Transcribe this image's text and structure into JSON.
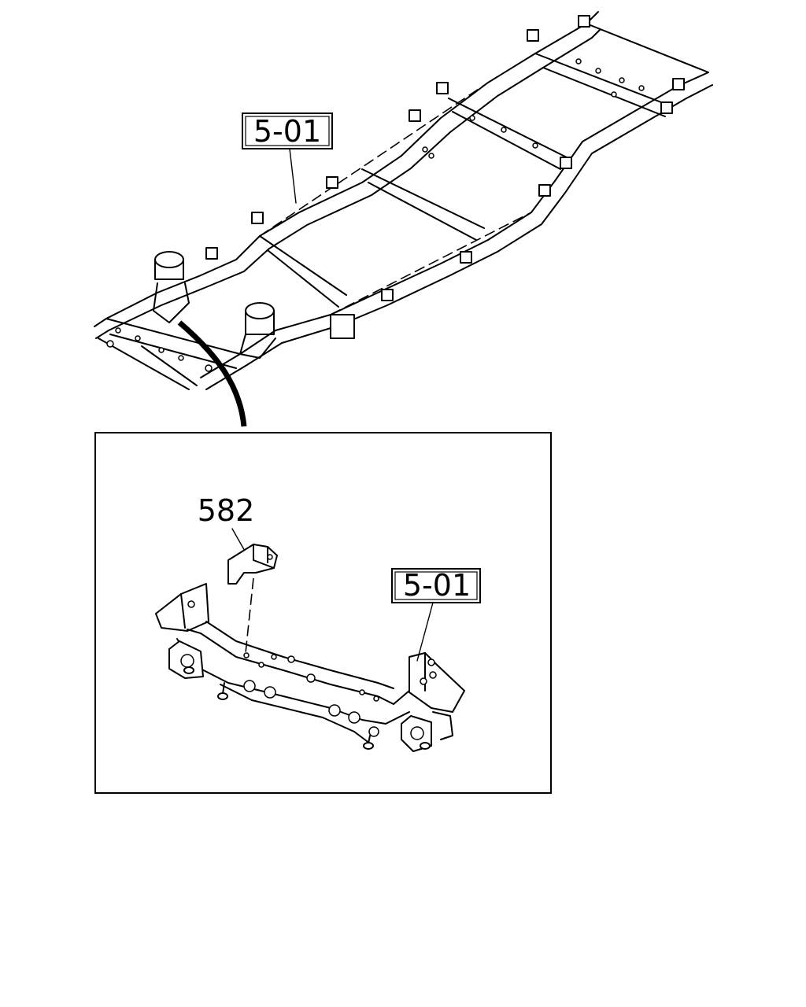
{
  "callouts": {
    "top_ref": "5-01",
    "detail_ref": "5-01",
    "part_number": "582"
  }
}
